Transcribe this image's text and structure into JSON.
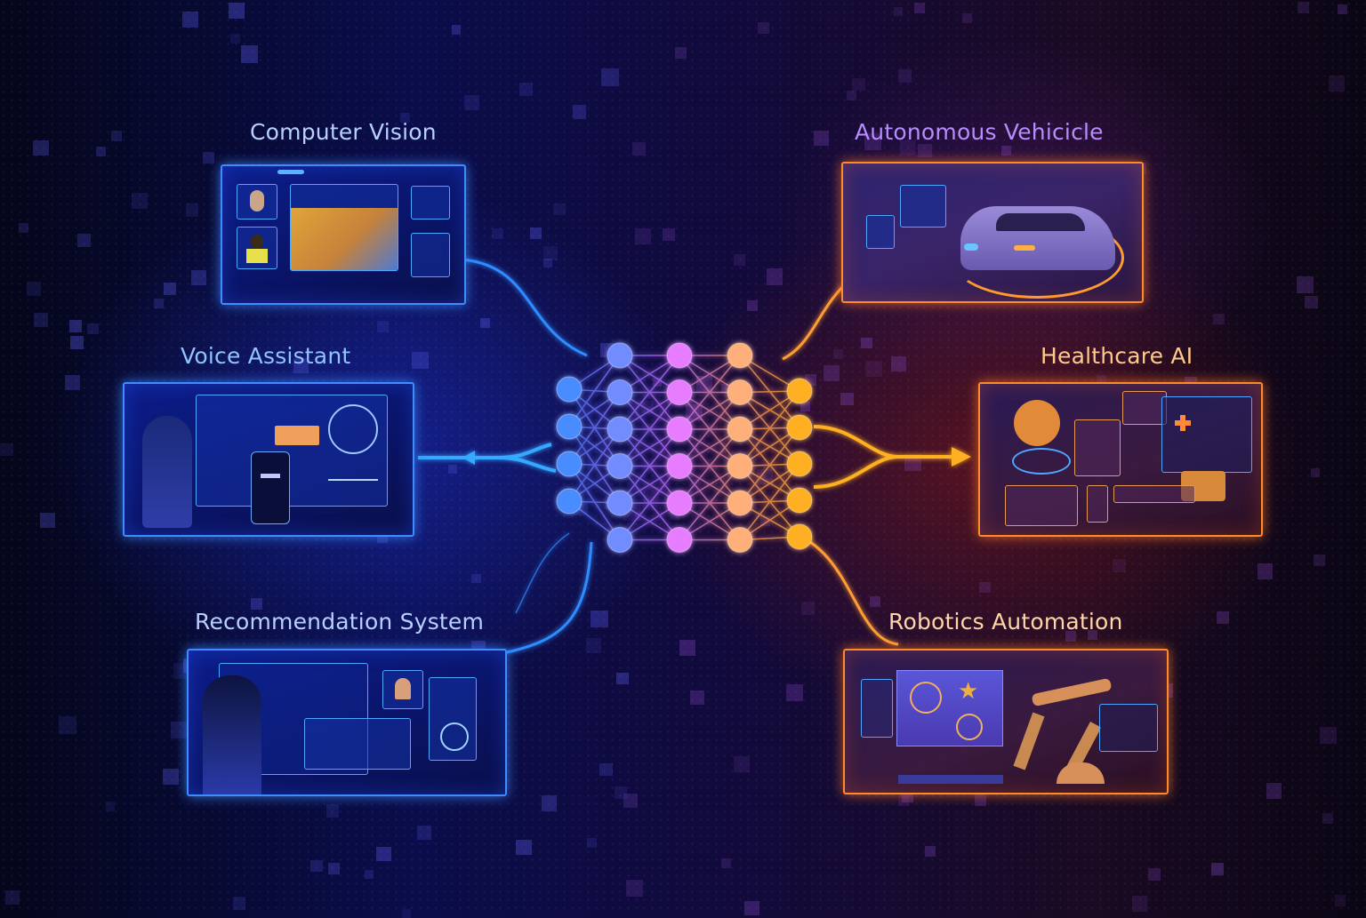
{
  "diagram": {
    "center": {
      "label": "neural-network",
      "layers": [
        {
          "nodes": 4,
          "color": "#4a8cff"
        },
        {
          "nodes": 6,
          "color": "#6f8cff"
        },
        {
          "nodes": 6,
          "color": "#e77bff"
        },
        {
          "nodes": 6,
          "color": "#ffb07a"
        },
        {
          "nodes": 5,
          "color": "#ffb024"
        }
      ]
    },
    "applications": [
      {
        "id": "computer-vision",
        "title": "Computer Vision",
        "side": "left",
        "color": "#b8d0ff",
        "accent": "#3f8cff"
      },
      {
        "id": "voice-assistant",
        "title": "Voice Assistant",
        "side": "left",
        "color": "#8fc4ff",
        "accent": "#3f8cff"
      },
      {
        "id": "recommendation-system",
        "title": "Recommendation System",
        "side": "left",
        "color": "#b8d0ff",
        "accent": "#3f8cff"
      },
      {
        "id": "autonomous-vehicle",
        "title": "Autonomous Vehicicle",
        "side": "right",
        "color": "#b88cff",
        "accent": "#ff8a2a"
      },
      {
        "id": "healthcare-ai",
        "title": "Healthcare AI",
        "side": "right",
        "color": "#ffc98a",
        "accent": "#ff8a2a"
      },
      {
        "id": "robotics-automation",
        "title": "Robotics Automation",
        "side": "right",
        "color": "#ffd6a8",
        "accent": "#ff8a2a"
      }
    ],
    "arrows": [
      {
        "from": "neural-network",
        "to": "voice-assistant",
        "color": "#36a8ff"
      },
      {
        "from": "neural-network",
        "to": "healthcare-ai",
        "color": "#ffb020"
      }
    ]
  }
}
